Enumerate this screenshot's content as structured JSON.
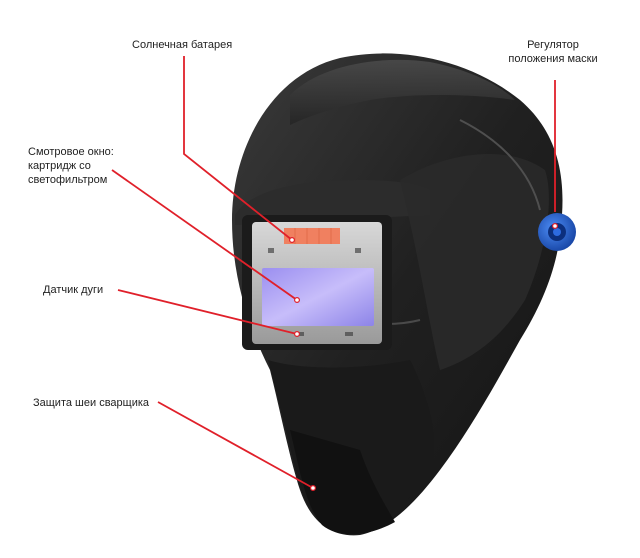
{
  "labels": {
    "solar_battery": "Солнечная батарея",
    "viewing_window": "Смотровое окно:\nкартридж со\nсветофильтром",
    "arc_sensor": "Датчик дуги",
    "neck_protection": "Защита шеи сварщика",
    "mask_regulator": "Регулятор\nположения маски"
  },
  "colors": {
    "leader_line": "#e0202a",
    "helmet_shell": "#232323",
    "regulator_knob": "#1f5fd6",
    "solar_panel": "#f08060",
    "filter_glass": "#a89cf0"
  },
  "icons": [
    "welding-helmet",
    "solar-panel",
    "light-filter",
    "arc-sensor",
    "regulator-knob"
  ]
}
